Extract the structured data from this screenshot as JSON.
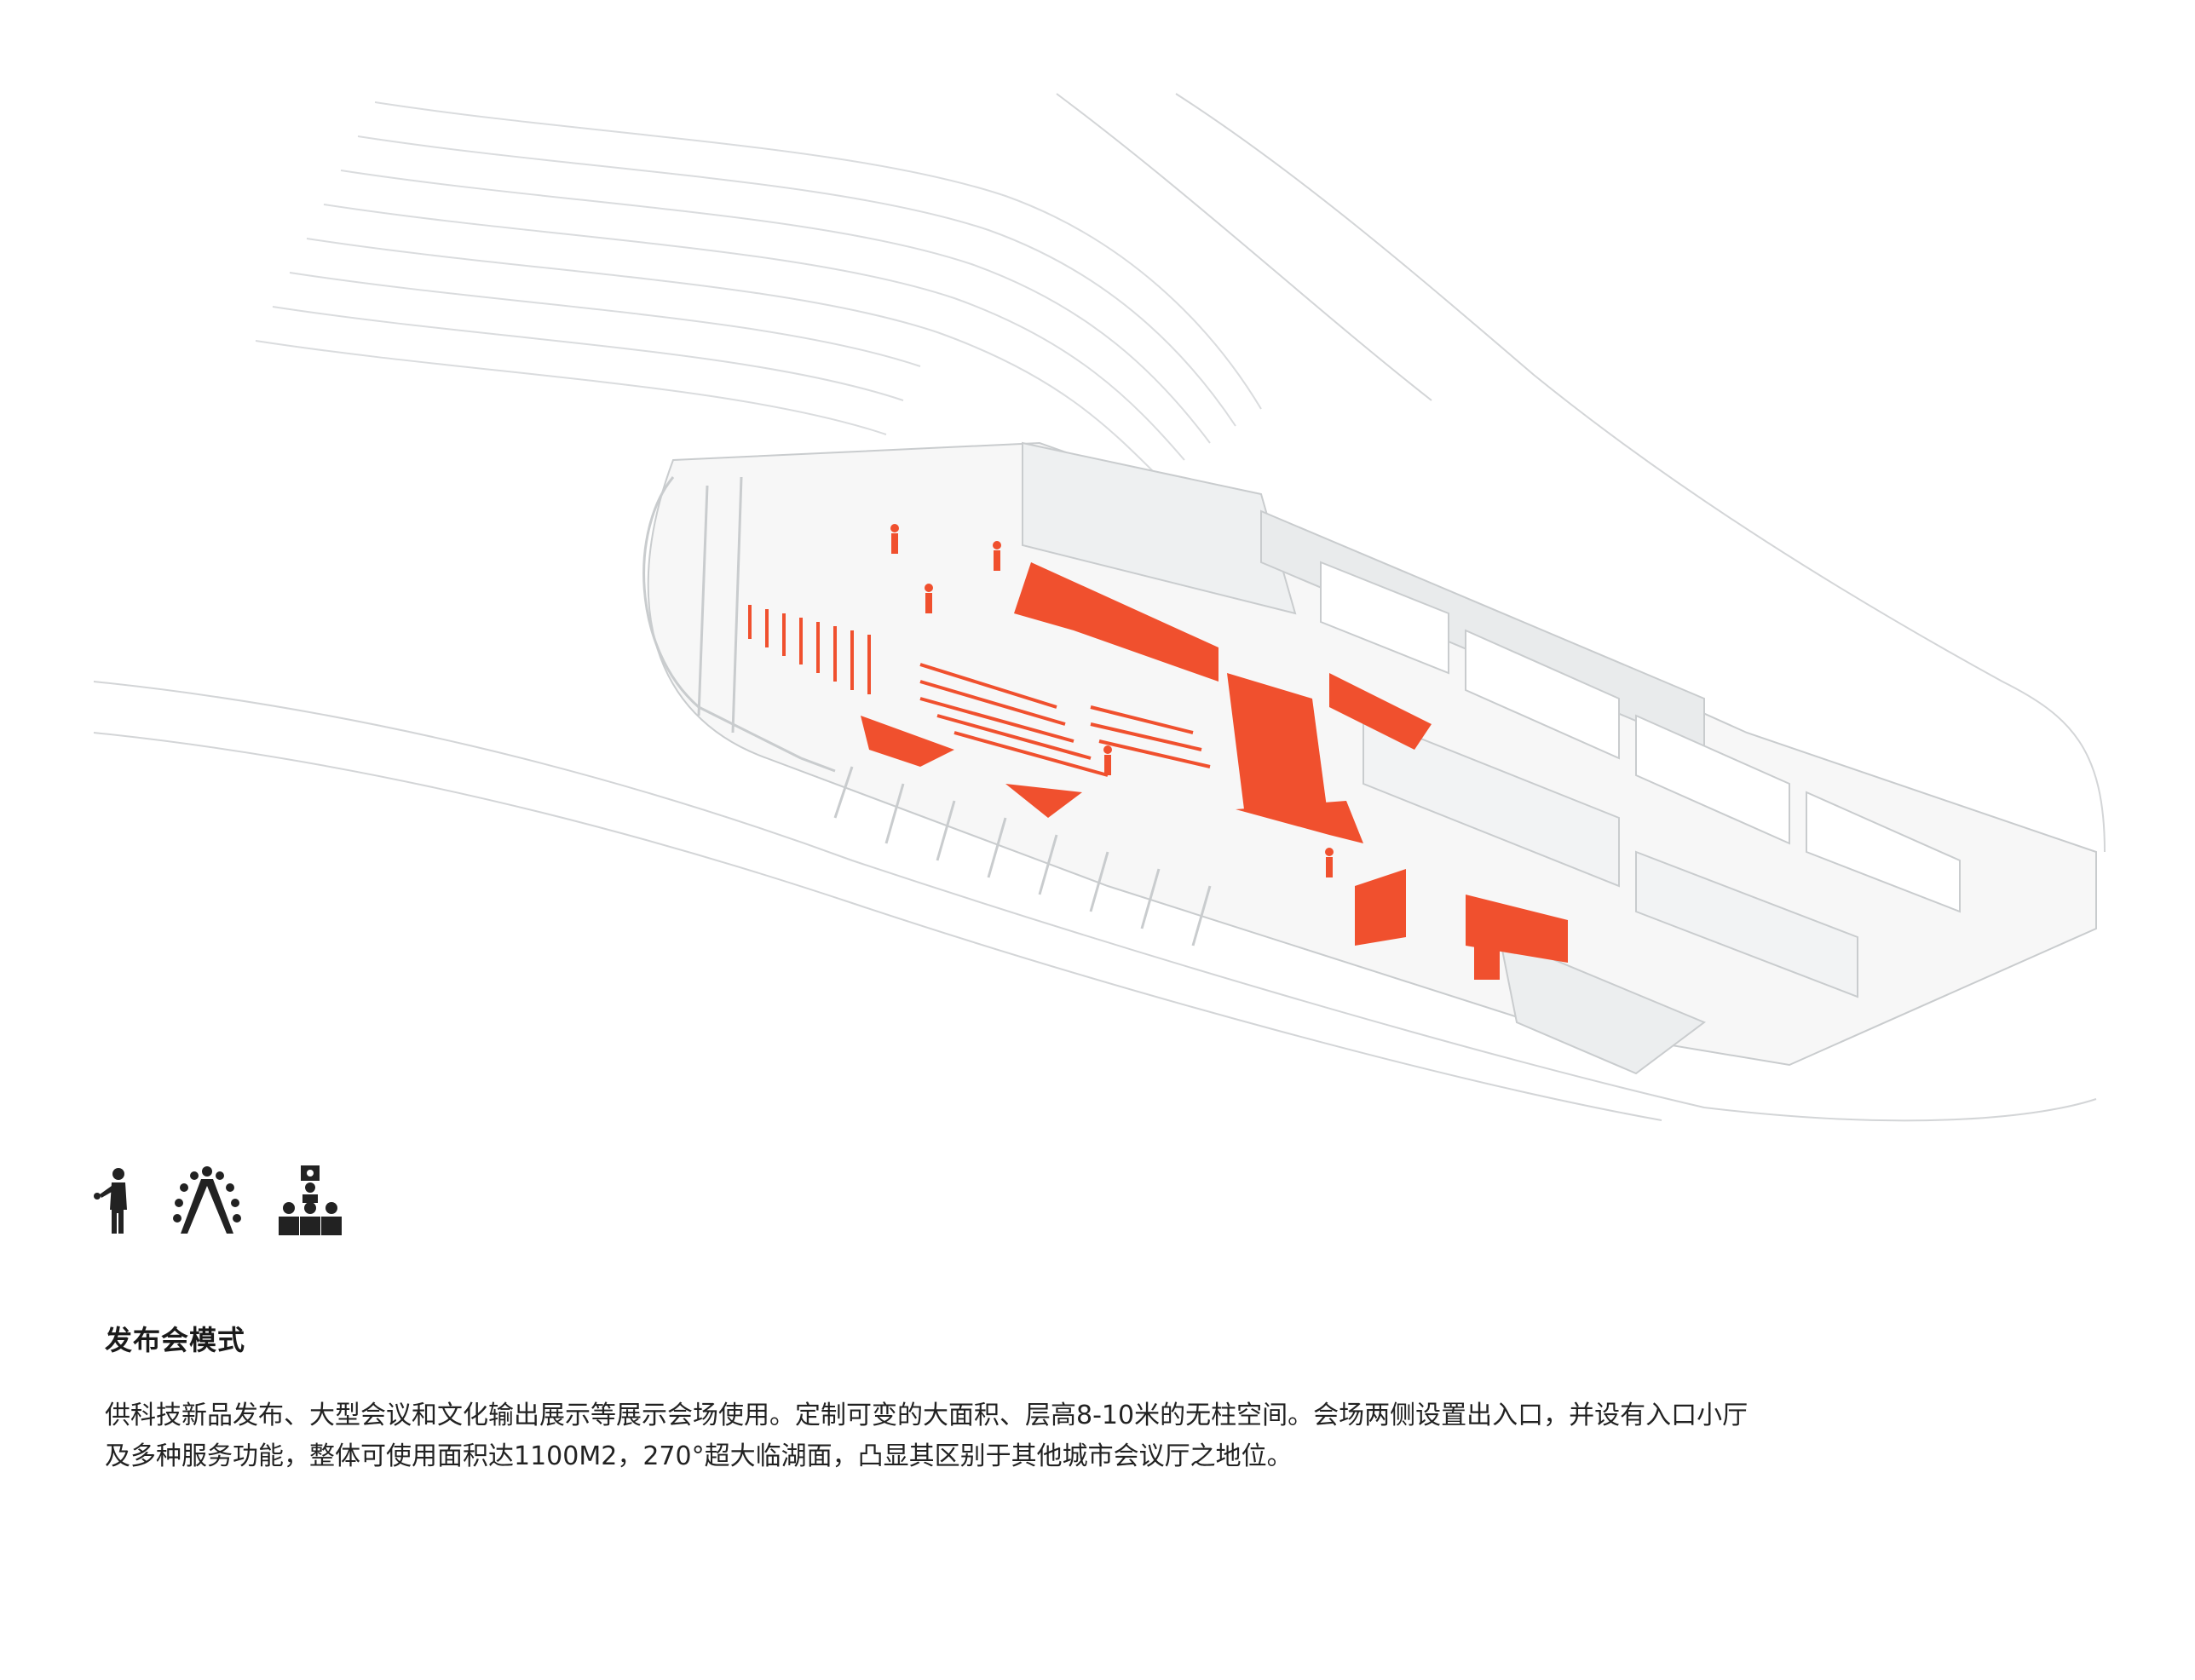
{
  "colors": {
    "accent": "#f0502e",
    "line": "#c9ccce",
    "surface": "#f7f7f7",
    "shadow": "#e3e5e6",
    "text": "#1a1a1a"
  },
  "icons": [
    "presenter-icon",
    "roundtable-meeting-icon",
    "audience-lecture-icon"
  ],
  "title": "发布会模式",
  "description": {
    "line1": "供科技新品发布、大型会议和文化输出展示等展示会场使用。定制可变的大面积、层高8-10米的无柱空间。会场两侧设置出入口，并设有入口小厅",
    "line2": "及多种服务功能，整体可使用面积达1100M2，270°超大临湖面，凸显其区别于其他城市会议厅之地位。"
  }
}
